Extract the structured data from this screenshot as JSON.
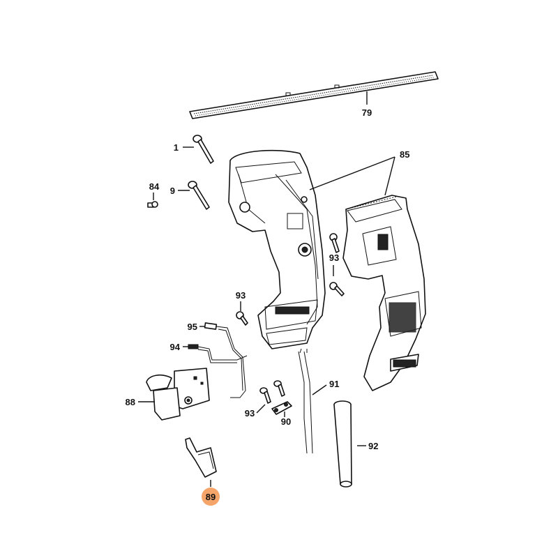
{
  "diagram": {
    "highlight_color": "#f5a46a",
    "callouts": {
      "c79": "79",
      "c85": "85",
      "c1": "1",
      "c84": "84",
      "c9": "9",
      "c93a": "93",
      "c93b": "93",
      "c93c": "93",
      "c95": "95",
      "c94": "94",
      "c88": "88",
      "c91": "91",
      "c90": "90",
      "c92": "92",
      "c89": "89"
    }
  }
}
